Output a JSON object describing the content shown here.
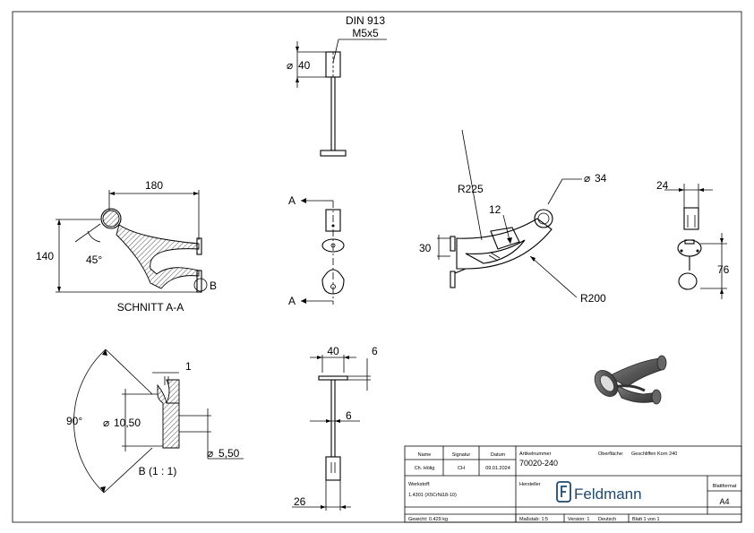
{
  "views": {
    "top": {
      "standard": "DIN 913",
      "screw": "M5x5",
      "diameter": "40"
    },
    "section": {
      "width": "180",
      "height": "140",
      "angle": "45°",
      "detail_ref": "B",
      "caption": "SCHNITT A-A"
    },
    "front": {
      "cut_top": "A",
      "cut_bottom": "A"
    },
    "main": {
      "radius_outer": "R225",
      "radius_inner": "R200",
      "tube_diameter": "34",
      "web": "12",
      "offset": "30"
    },
    "side": {
      "width": "24",
      "height": "76"
    },
    "detail": {
      "angle": "90°",
      "thickness": "1",
      "bore": "10,50",
      "hole": "5,50",
      "caption": "B (1 : 1)"
    },
    "bottom": {
      "width": "40",
      "flange": "6",
      "rod": "6",
      "height": "26"
    },
    "diameter_symbol": "⌀"
  },
  "title_block": {
    "name_label": "Name",
    "signature_label": "Signatur",
    "date_label": "Datum",
    "name": "Ch. Hölig",
    "signature": "CH",
    "date": "09.01.2024",
    "article_label": "Artikelnummer",
    "article": "70020-240",
    "surface_label": "Oberfläche:",
    "surface": "Geschliffen Korn 240",
    "material_label": "Werkstoff:",
    "material": "1.4301 (X5CrNi18-10)",
    "maker_label": "Hersteller",
    "brand": "Feldmann",
    "sheet_format_label": "Blattformat",
    "sheet_format": "A4",
    "weight": "Gewicht: 0.429 kg",
    "scale": "Maßstab: 1:5",
    "version": "Version: 1",
    "language": "Deutsch",
    "sheet": "Blatt 1 von 1"
  }
}
